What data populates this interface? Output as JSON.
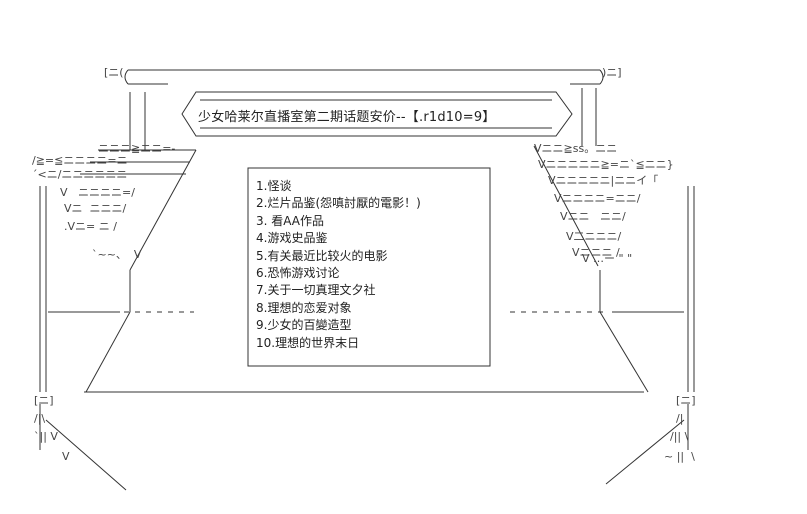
{
  "stage": {
    "title": "少女哈莱尔直播室第二期话题安价--【.r1d10=9】",
    "left_bracket": "[ニ(",
    "right_bracket": ")ニ]",
    "left_foot": "[ニ]",
    "right_foot": "[ニ]"
  },
  "menu": {
    "items": [
      "1.怪谈",
      "2.烂片品鉴(怨嗔討厭的電影！)",
      "3. 看AA作品",
      "4.游戏史品鉴",
      "5.有关最近比较火的电影",
      "6.恐怖游戏讨论",
      "7.关于一切真理文夕社",
      "8.理想的恋爱对象",
      "9.少女的百變造型",
      "10.理想的世界末日"
    ]
  },
  "ascii": {
    "l1": "ニニニ≧ニニ=-",
    "l2": "/≧=≦ニニニニ=ニ",
    "l3": "´<ニ/ニニニニニニ",
    "l4": "V   ニニニニ=/",
    "l5": "Vニ  ニニニ/",
    "l6": ".Vニ= ニ /",
    "l7": "`~~、  V",
    "r1": "Vニニ≧ss。ニニ",
    "r2": "Vニニニニニ≧=ニ`≦ニニ}",
    "r3": "Vニニニニニ|ニニイ「",
    "r4": "Vニニニニ=ニニ/",
    "r5": "Vニニ   ニニ/",
    "r6": "V二ニニニ/",
    "r7": "Vニニニ /",
    "r8": "V …ー \" \"",
    "lf1": "/|\\",
    "lf2": "`|| V",
    "lf3": "V",
    "rf1": "/|",
    "rf2": "/|| \\",
    "rf3": "~ ||  \\"
  }
}
